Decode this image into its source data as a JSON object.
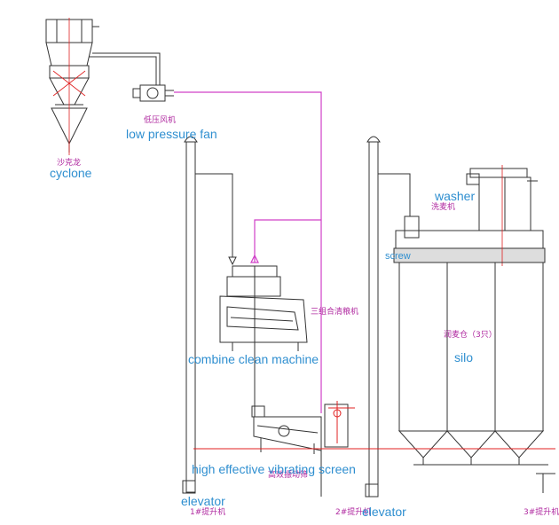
{
  "labels": {
    "cyclone": "cyclone",
    "cyclone_cn": "沙克龙",
    "fan": "low pressure fan",
    "fan_cn": "低压风机",
    "washer": "washer",
    "washer_cn": "洗麦机",
    "screw": "screw",
    "clean_machine": "combine clean machine",
    "clean_machine_cn": "三组合清粮机",
    "silo": "silo",
    "silo_cn": "润麦仓（3只）",
    "vib_screen": "high effective vibrating screen",
    "vib_screen_cn": "高效振动筛",
    "elevator1": "elevator",
    "elevator1_cn": "1#提升机",
    "elevator2": "elevator",
    "elevator2_cn": "2#提升机",
    "elevator3_cn": "3#提升机"
  },
  "colors": {
    "line": "#333333",
    "air_duct": "#d040c8",
    "red": "#e02020",
    "label_en": "#2f8fd0",
    "label_cn": "#b02aa0"
  }
}
